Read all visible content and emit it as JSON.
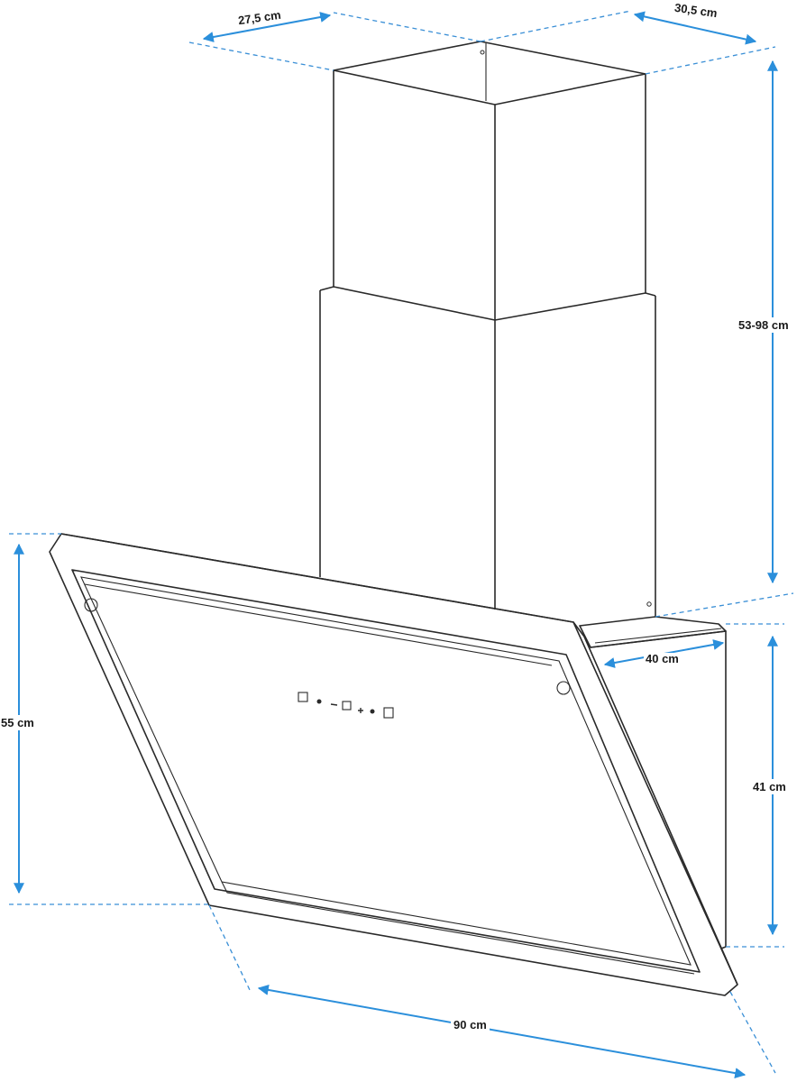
{
  "dimensions": {
    "chimney_depth": "27,5 cm",
    "chimney_width": "30,5 cm",
    "chimney_height": "53-98 cm",
    "hood_height": "55 cm",
    "hood_depth": "40 cm",
    "wall_panel_height": "41 cm",
    "hood_width": "90 cm"
  },
  "colors": {
    "outline": "#2a2a2a",
    "dimension_line": "#2b8fdb",
    "guide_line": "#3a8fd6"
  }
}
